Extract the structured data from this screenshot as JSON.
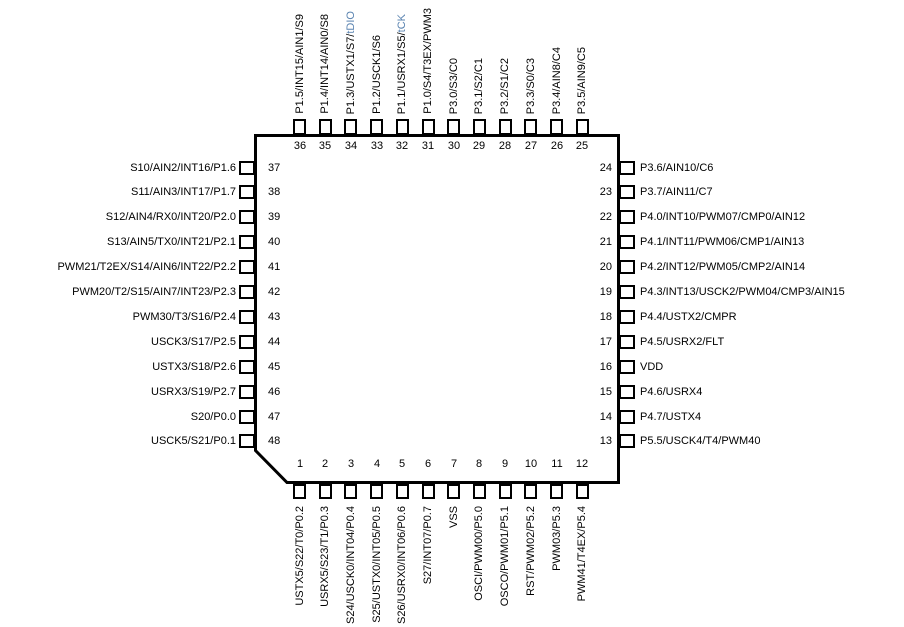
{
  "diagram": {
    "background_color": "#ffffff",
    "line_color": "#000000",
    "highlight_color": "#5b84b1",
    "sides": {
      "top": {
        "pins": [
          {
            "number": "36",
            "parts": [
              {
                "text": "P1.5/INT15/AIN1/S9"
              }
            ]
          },
          {
            "number": "35",
            "parts": [
              {
                "text": "P1.4/INT14/AIN0/S8"
              }
            ]
          },
          {
            "number": "34",
            "parts": [
              {
                "text": "P1.3/USTX1/S7/"
              },
              {
                "text": "tDIO",
                "highlight": true
              }
            ]
          },
          {
            "number": "33",
            "parts": [
              {
                "text": "P1.2/USCK1/S6"
              }
            ]
          },
          {
            "number": "32",
            "parts": [
              {
                "text": "P1.1/USRX1/S5/"
              },
              {
                "text": "tCK",
                "highlight": true
              }
            ]
          },
          {
            "number": "31",
            "parts": [
              {
                "text": "P1.0/S4/T3EX/PWM3"
              }
            ]
          },
          {
            "number": "30",
            "parts": [
              {
                "text": "P3.0/S3/C0"
              }
            ]
          },
          {
            "number": "29",
            "parts": [
              {
                "text": "P3.1/S2/C1"
              }
            ]
          },
          {
            "number": "28",
            "parts": [
              {
                "text": "P3.2/S1/C2"
              }
            ]
          },
          {
            "number": "27",
            "parts": [
              {
                "text": "P3.3/S0/C3"
              }
            ]
          },
          {
            "number": "26",
            "parts": [
              {
                "text": "P3.4/AIN8/C4"
              }
            ]
          },
          {
            "number": "25",
            "parts": [
              {
                "text": "P3.5/AIN9/C5"
              }
            ]
          }
        ]
      },
      "left": {
        "pins": [
          {
            "number": "37",
            "parts": [
              {
                "text": "S10/AIN2/INT16/P1.6"
              }
            ]
          },
          {
            "number": "38",
            "parts": [
              {
                "text": "S11/AIN3/INT17/P1.7"
              }
            ]
          },
          {
            "number": "39",
            "parts": [
              {
                "text": "S12/AIN4/RX0/INT20/P2.0"
              }
            ]
          },
          {
            "number": "40",
            "parts": [
              {
                "text": "S13/AIN5/TX0/INT21/P2.1"
              }
            ]
          },
          {
            "number": "41",
            "parts": [
              {
                "text": "PWM21/T2EX/S14/AIN6/INT22/P2.2"
              }
            ]
          },
          {
            "number": "42",
            "parts": [
              {
                "text": "PWM20/T2/S15/AIN7/INT23/P2.3"
              }
            ]
          },
          {
            "number": "43",
            "parts": [
              {
                "text": "PWM30/T3/S16/P2.4"
              }
            ]
          },
          {
            "number": "44",
            "parts": [
              {
                "text": "USCK3/S17/P2.5"
              }
            ]
          },
          {
            "number": "45",
            "parts": [
              {
                "text": "USTX3/S18/P2.6"
              }
            ]
          },
          {
            "number": "46",
            "parts": [
              {
                "text": "USRX3/S19/P2.7"
              }
            ]
          },
          {
            "number": "47",
            "parts": [
              {
                "text": "S20/P0.0"
              }
            ]
          },
          {
            "number": "48",
            "parts": [
              {
                "text": "USCK5/S21/P0.1"
              }
            ]
          }
        ]
      },
      "right": {
        "pins": [
          {
            "number": "24",
            "parts": [
              {
                "text": "P3.6/AIN10/C6"
              }
            ]
          },
          {
            "number": "23",
            "parts": [
              {
                "text": "P3.7/AIN11/C7"
              }
            ]
          },
          {
            "number": "22",
            "parts": [
              {
                "text": "P4.0/INT10/PWM07/CMP0/AIN12"
              }
            ]
          },
          {
            "number": "21",
            "parts": [
              {
                "text": "P4.1/INT11/PWM06/CMP1/AIN13"
              }
            ]
          },
          {
            "number": "20",
            "parts": [
              {
                "text": "P4.2/INT12/PWM05/CMP2/AIN14"
              }
            ]
          },
          {
            "number": "19",
            "parts": [
              {
                "text": "P4.3/INT13/USCK2/PWM04/CMP3/AIN15"
              }
            ]
          },
          {
            "number": "18",
            "parts": [
              {
                "text": "P4.4/USTX2/CMPR"
              }
            ]
          },
          {
            "number": "17",
            "parts": [
              {
                "text": "P4.5/USRX2/FLT"
              }
            ]
          },
          {
            "number": "16",
            "parts": [
              {
                "text": "VDD"
              }
            ]
          },
          {
            "number": "15",
            "parts": [
              {
                "text": "P4.6/USRX4"
              }
            ]
          },
          {
            "number": "14",
            "parts": [
              {
                "text": "P4.7/USTX4"
              }
            ]
          },
          {
            "number": "13",
            "parts": [
              {
                "text": "P5.5/USCK4/T4/PWM40"
              }
            ]
          }
        ]
      },
      "bottom": {
        "pins": [
          {
            "number": "1",
            "parts": [
              {
                "text": "USTX5/S22/T0/P0.2"
              }
            ]
          },
          {
            "number": "2",
            "parts": [
              {
                "text": "USRX5/S23/T1/P0.3"
              }
            ]
          },
          {
            "number": "3",
            "parts": [
              {
                "text": "S24/USCK0/INT04/P0.4"
              }
            ]
          },
          {
            "number": "4",
            "parts": [
              {
                "text": "S25/USTX0/INT05/P0.5"
              }
            ]
          },
          {
            "number": "5",
            "parts": [
              {
                "text": "S26/USRX0/INT06/P0.6"
              }
            ]
          },
          {
            "number": "6",
            "parts": [
              {
                "text": "S27/INT07/P0.7"
              }
            ]
          },
          {
            "number": "7",
            "parts": [
              {
                "text": "VSS"
              }
            ]
          },
          {
            "number": "8",
            "parts": [
              {
                "text": "OSCI/PWM00/P5.0"
              }
            ]
          },
          {
            "number": "9",
            "parts": [
              {
                "text": "OSCO/PWM01/P5.1"
              }
            ]
          },
          {
            "number": "10",
            "parts": [
              {
                "text": "RST/PWM02/P5.2"
              }
            ]
          },
          {
            "number": "11",
            "parts": [
              {
                "text": "PWM03/P5.3"
              }
            ]
          },
          {
            "number": "12",
            "parts": [
              {
                "text": "PWM41/T4EX/P5.4"
              }
            ]
          }
        ]
      }
    }
  }
}
